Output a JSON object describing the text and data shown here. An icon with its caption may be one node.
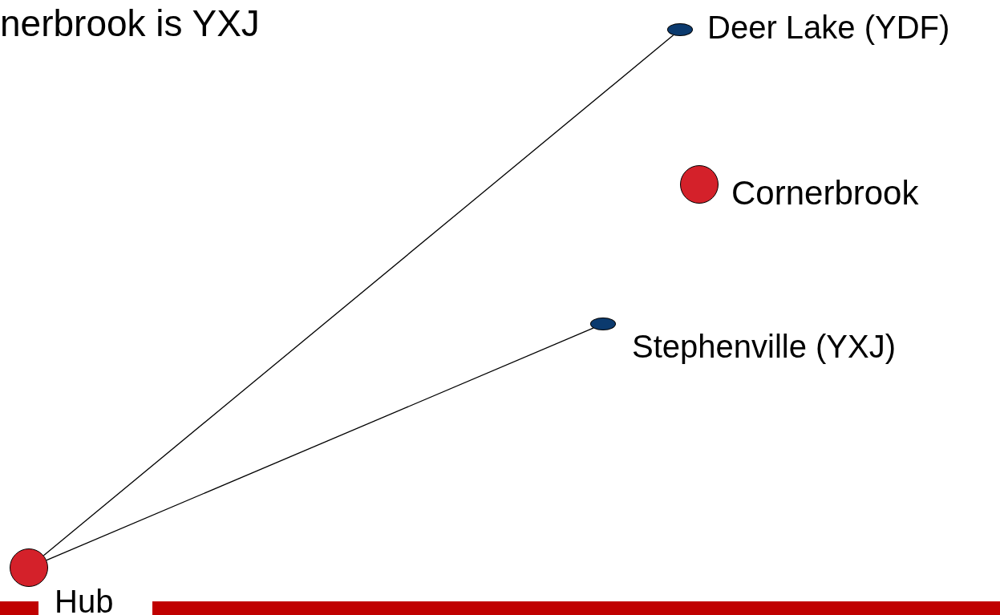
{
  "diagram": {
    "title": "nerbrook is YXJ",
    "nodes": [
      {
        "text": [],
        "shape": "ellipse",
        "beside": [
          "Deer Lake (YDF)"
        ]
      },
      {
        "text": [],
        "shape": "circle",
        "beside": [
          "Cornerbrook"
        ]
      },
      {
        "text": [],
        "shape": "ellipse",
        "beside": [
          "Stephenville (YXJ)"
        ]
      },
      {
        "text": [],
        "shape": "circle",
        "beside": [
          "Hub"
        ]
      }
    ],
    "edges": [
      {
        "from": 3,
        "to": 0,
        "arrow": "none"
      },
      {
        "from": 3,
        "to": 2,
        "arrow": "none"
      }
    ]
  }
}
